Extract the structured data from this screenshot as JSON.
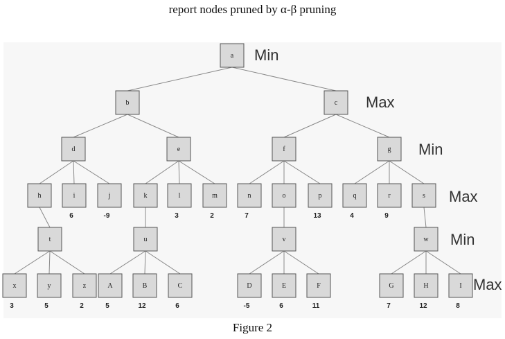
{
  "title": "report nodes pruned by α-β pruning",
  "figure_caption": "Figure 2",
  "level_labels": [
    "Min",
    "Max",
    "Min",
    "Max",
    "Min",
    "Max"
  ],
  "nodes": [
    {
      "id": "a"
    },
    {
      "id": "b"
    },
    {
      "id": "c"
    },
    {
      "id": "d"
    },
    {
      "id": "e"
    },
    {
      "id": "f"
    },
    {
      "id": "g"
    },
    {
      "id": "h"
    },
    {
      "id": "i",
      "value": "6"
    },
    {
      "id": "j",
      "value": "-9"
    },
    {
      "id": "k"
    },
    {
      "id": "l",
      "value": "3"
    },
    {
      "id": "m",
      "value": "2"
    },
    {
      "id": "n",
      "value": "7"
    },
    {
      "id": "o"
    },
    {
      "id": "p",
      "value": "13"
    },
    {
      "id": "q",
      "value": "4"
    },
    {
      "id": "r",
      "value": "9"
    },
    {
      "id": "s"
    },
    {
      "id": "t"
    },
    {
      "id": "u"
    },
    {
      "id": "v"
    },
    {
      "id": "w"
    },
    {
      "id": "x",
      "value": "3"
    },
    {
      "id": "y",
      "value": "5"
    },
    {
      "id": "z",
      "value": "2"
    },
    {
      "id": "A",
      "value": "5"
    },
    {
      "id": "B",
      "value": "12"
    },
    {
      "id": "C",
      "value": "6"
    },
    {
      "id": "D",
      "value": "-5"
    },
    {
      "id": "E",
      "value": "6"
    },
    {
      "id": "F",
      "value": "11"
    },
    {
      "id": "G",
      "value": "7"
    },
    {
      "id": "H",
      "value": "12"
    },
    {
      "id": "I",
      "value": "8"
    }
  ],
  "edges": [
    [
      "a",
      "b"
    ],
    [
      "a",
      "c"
    ],
    [
      "b",
      "d"
    ],
    [
      "b",
      "e"
    ],
    [
      "c",
      "f"
    ],
    [
      "c",
      "g"
    ],
    [
      "d",
      "h"
    ],
    [
      "d",
      "i"
    ],
    [
      "d",
      "j"
    ],
    [
      "e",
      "k"
    ],
    [
      "e",
      "l"
    ],
    [
      "e",
      "m"
    ],
    [
      "f",
      "n"
    ],
    [
      "f",
      "o"
    ],
    [
      "f",
      "p"
    ],
    [
      "g",
      "q"
    ],
    [
      "g",
      "r"
    ],
    [
      "g",
      "s"
    ],
    [
      "h",
      "t"
    ],
    [
      "k",
      "u"
    ],
    [
      "o",
      "v"
    ],
    [
      "s",
      "w"
    ],
    [
      "t",
      "x"
    ],
    [
      "t",
      "y"
    ],
    [
      "t",
      "z"
    ],
    [
      "u",
      "A"
    ],
    [
      "u",
      "B"
    ],
    [
      "u",
      "C"
    ],
    [
      "v",
      "D"
    ],
    [
      "v",
      "E"
    ],
    [
      "v",
      "F"
    ],
    [
      "w",
      "G"
    ],
    [
      "w",
      "H"
    ],
    [
      "w",
      "I"
    ]
  ]
}
